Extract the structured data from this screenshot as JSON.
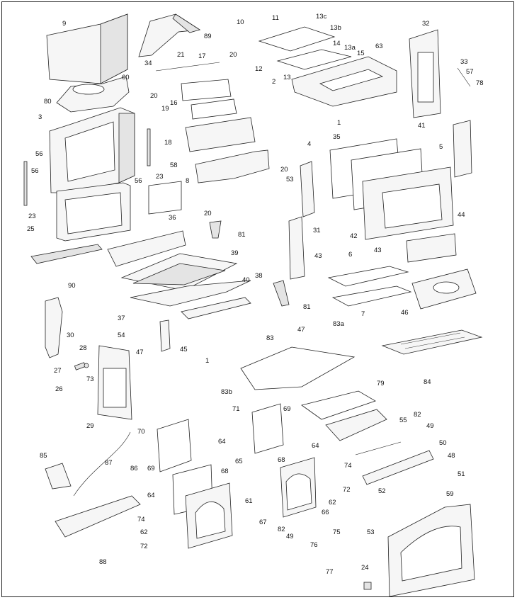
{
  "colors": {
    "line": "#222222",
    "fill": "#f6f6f6",
    "shade": "#e4e4e4",
    "background": "#ffffff"
  },
  "callouts": [
    {
      "id": "c9",
      "text": "9"
    },
    {
      "id": "c89",
      "text": "89"
    },
    {
      "id": "c10",
      "text": "10"
    },
    {
      "id": "c11",
      "text": "11"
    },
    {
      "id": "c13c",
      "text": "13c"
    },
    {
      "id": "c13b",
      "text": "13b"
    },
    {
      "id": "c14",
      "text": "14"
    },
    {
      "id": "c13a",
      "text": "13a"
    },
    {
      "id": "c15",
      "text": "15"
    },
    {
      "id": "c63",
      "text": "63"
    },
    {
      "id": "c32",
      "text": "32"
    },
    {
      "id": "c33",
      "text": "33"
    },
    {
      "id": "c57",
      "text": "57"
    },
    {
      "id": "c78",
      "text": "78"
    },
    {
      "id": "c12",
      "text": "12"
    },
    {
      "id": "c2",
      "text": "2"
    },
    {
      "id": "c13",
      "text": "13"
    },
    {
      "id": "c80",
      "text": "80"
    },
    {
      "id": "c60",
      "text": "60"
    },
    {
      "id": "c34",
      "text": "34"
    },
    {
      "id": "c21",
      "text": "21"
    },
    {
      "id": "c17",
      "text": "17"
    },
    {
      "id": "c20a",
      "text": "20"
    },
    {
      "id": "c20b",
      "text": "20"
    },
    {
      "id": "c19",
      "text": "19"
    },
    {
      "id": "c16",
      "text": "16"
    },
    {
      "id": "c3",
      "text": "3"
    },
    {
      "id": "c1a",
      "text": "1"
    },
    {
      "id": "c35",
      "text": "35"
    },
    {
      "id": "c41",
      "text": "41"
    },
    {
      "id": "c5",
      "text": "5"
    },
    {
      "id": "c18",
      "text": "18"
    },
    {
      "id": "c56a",
      "text": "56"
    },
    {
      "id": "c56b",
      "text": "56"
    },
    {
      "id": "c56c",
      "text": "56"
    },
    {
      "id": "c4",
      "text": "4"
    },
    {
      "id": "c23a",
      "text": "23"
    },
    {
      "id": "c23b",
      "text": "23"
    },
    {
      "id": "c58",
      "text": "58"
    },
    {
      "id": "c8",
      "text": "8"
    },
    {
      "id": "c20c",
      "text": "20"
    },
    {
      "id": "c53",
      "text": "53"
    },
    {
      "id": "c20d",
      "text": "20"
    },
    {
      "id": "c25",
      "text": "25"
    },
    {
      "id": "c36",
      "text": "36"
    },
    {
      "id": "c81a",
      "text": "81"
    },
    {
      "id": "c31",
      "text": "31"
    },
    {
      "id": "c42",
      "text": "42"
    },
    {
      "id": "c44",
      "text": "44"
    },
    {
      "id": "c43a",
      "text": "43"
    },
    {
      "id": "c43b",
      "text": "43"
    },
    {
      "id": "c39",
      "text": "39"
    },
    {
      "id": "c90",
      "text": "90"
    },
    {
      "id": "c6",
      "text": "6"
    },
    {
      "id": "c38",
      "text": "38"
    },
    {
      "id": "c40",
      "text": "40"
    },
    {
      "id": "c81b",
      "text": "81"
    },
    {
      "id": "c7",
      "text": "7"
    },
    {
      "id": "c46",
      "text": "46"
    },
    {
      "id": "c37",
      "text": "37"
    },
    {
      "id": "c30",
      "text": "30"
    },
    {
      "id": "c47a",
      "text": "47"
    },
    {
      "id": "c83a",
      "text": "83a"
    },
    {
      "id": "c54",
      "text": "54"
    },
    {
      "id": "c45",
      "text": "45"
    },
    {
      "id": "c28",
      "text": "28"
    },
    {
      "id": "c83",
      "text": "83"
    },
    {
      "id": "c84",
      "text": "84"
    },
    {
      "id": "c47b",
      "text": "47"
    },
    {
      "id": "c1b",
      "text": "1"
    },
    {
      "id": "c27",
      "text": "27"
    },
    {
      "id": "c73",
      "text": "73"
    },
    {
      "id": "c26",
      "text": "26"
    },
    {
      "id": "c83b",
      "text": "83b"
    },
    {
      "id": "c79",
      "text": "79"
    },
    {
      "id": "c29",
      "text": "29"
    },
    {
      "id": "c71",
      "text": "71"
    },
    {
      "id": "c69a",
      "text": "69"
    },
    {
      "id": "c70",
      "text": "70"
    },
    {
      "id": "c55",
      "text": "55"
    },
    {
      "id": "c82a",
      "text": "82"
    },
    {
      "id": "c49a",
      "text": "49"
    },
    {
      "id": "c64a",
      "text": "64"
    },
    {
      "id": "c64b",
      "text": "64"
    },
    {
      "id": "c50",
      "text": "50"
    },
    {
      "id": "c65",
      "text": "65"
    },
    {
      "id": "c68a",
      "text": "68"
    },
    {
      "id": "c85",
      "text": "85"
    },
    {
      "id": "c87",
      "text": "87"
    },
    {
      "id": "c69b",
      "text": "69"
    },
    {
      "id": "c68b",
      "text": "68"
    },
    {
      "id": "c74a",
      "text": "74"
    },
    {
      "id": "c48",
      "text": "48"
    },
    {
      "id": "c51",
      "text": "51"
    },
    {
      "id": "c86",
      "text": "86"
    },
    {
      "id": "c72a",
      "text": "72"
    },
    {
      "id": "c64c",
      "text": "64"
    },
    {
      "id": "c61",
      "text": "61"
    },
    {
      "id": "c62a",
      "text": "62"
    },
    {
      "id": "c52",
      "text": "52"
    },
    {
      "id": "c59",
      "text": "59"
    },
    {
      "id": "c74b",
      "text": "74"
    },
    {
      "id": "c66",
      "text": "66"
    },
    {
      "id": "c67",
      "text": "67"
    },
    {
      "id": "c82b",
      "text": "82"
    },
    {
      "id": "c49b",
      "text": "49"
    },
    {
      "id": "c75",
      "text": "75"
    },
    {
      "id": "c53b",
      "text": "53"
    },
    {
      "id": "c62b",
      "text": "62"
    },
    {
      "id": "c72b",
      "text": "72"
    },
    {
      "id": "c76",
      "text": "76"
    },
    {
      "id": "c88",
      "text": "88"
    },
    {
      "id": "c77",
      "text": "77"
    },
    {
      "id": "c24",
      "text": "24"
    }
  ]
}
